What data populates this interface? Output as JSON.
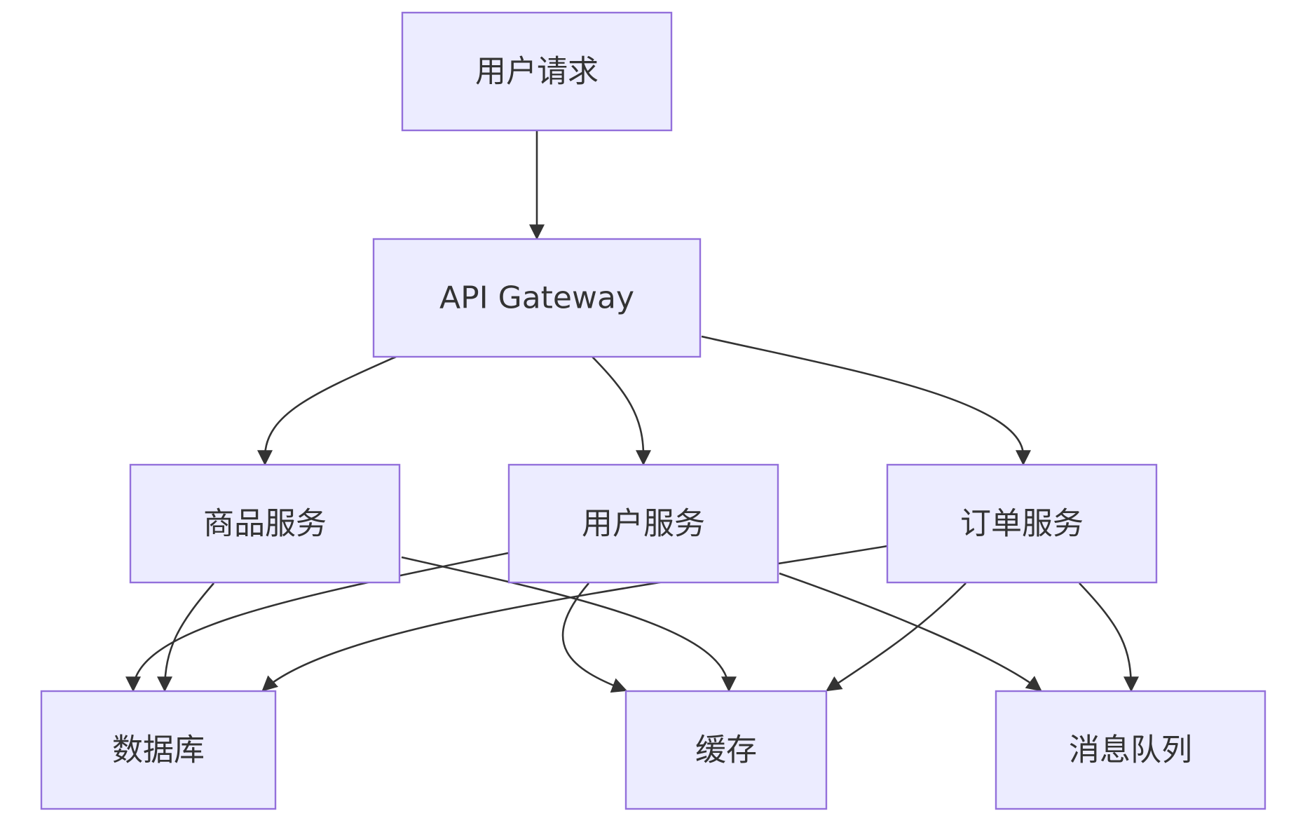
{
  "diagram": {
    "type": "flowchart",
    "nodes": {
      "user_request": "用户请求",
      "api_gateway": "API Gateway",
      "product_service": "商品服务",
      "user_service": "用户服务",
      "order_service": "订单服务",
      "database": "数据库",
      "cache": "缓存",
      "message_queue": "消息队列"
    },
    "edges": [
      {
        "from": "user_request",
        "to": "api_gateway"
      },
      {
        "from": "api_gateway",
        "to": "product_service"
      },
      {
        "from": "api_gateway",
        "to": "user_service"
      },
      {
        "from": "api_gateway",
        "to": "order_service"
      },
      {
        "from": "product_service",
        "to": "database"
      },
      {
        "from": "product_service",
        "to": "cache"
      },
      {
        "from": "user_service",
        "to": "database"
      },
      {
        "from": "user_service",
        "to": "cache"
      },
      {
        "from": "user_service",
        "to": "message_queue"
      },
      {
        "from": "order_service",
        "to": "database"
      },
      {
        "from": "order_service",
        "to": "cache"
      },
      {
        "from": "order_service",
        "to": "message_queue"
      }
    ],
    "colors": {
      "node_fill": "#ECECFF",
      "node_stroke": "#9370DB",
      "edge": "#333333",
      "text": "#333333"
    }
  }
}
